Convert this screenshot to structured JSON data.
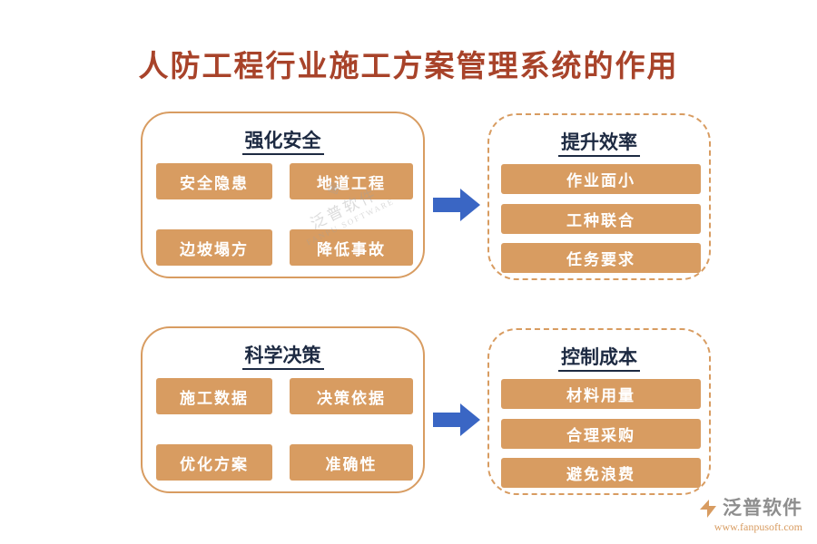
{
  "title": "人防工程行业施工方案管理系统的作用",
  "groups": [
    {
      "heading": "强化安全",
      "tags": [
        "安全隐患",
        "地道工程",
        "边坡塌方",
        "降低事故"
      ]
    },
    {
      "heading": "提升效率",
      "tags": [
        "作业面小",
        "工种联合",
        "任务要求"
      ]
    },
    {
      "heading": "科学决策",
      "tags": [
        "施工数据",
        "决策依据",
        "优化方案",
        "准确性"
      ]
    },
    {
      "heading": "控制成本",
      "tags": [
        "材料用量",
        "合理采购",
        "避免浪费"
      ]
    }
  ],
  "watermark": {
    "brand": "泛普软件",
    "sub": "FANPU SOFTWARE"
  },
  "footer": {
    "brand": "泛普软件",
    "url": "www.fanpusoft.com"
  },
  "colors": {
    "title": "#A8432A",
    "accent": "#D89C61",
    "arrow": "#3A66C4",
    "heading": "#1D2A42"
  }
}
